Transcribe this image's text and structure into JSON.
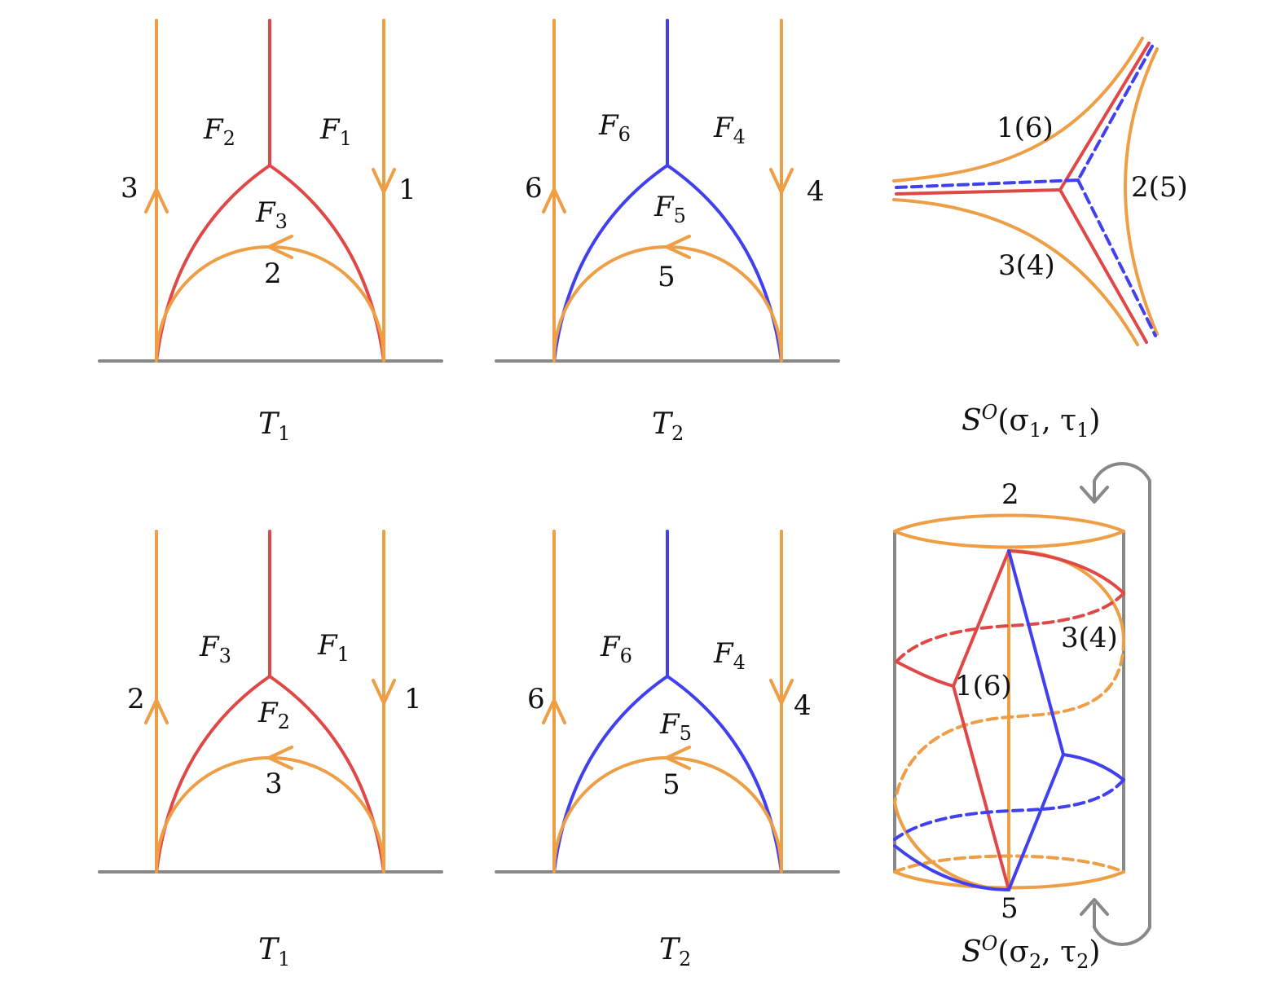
{
  "colors": {
    "orange": "#ee9e45",
    "red": "#e04848",
    "blue": "#4040ee",
    "gray": "#888888"
  },
  "panels": [
    {
      "caption": {
        "base": "T",
        "sub": "1"
      },
      "faces": [
        {
          "base": "F",
          "sub": "2"
        },
        {
          "base": "F",
          "sub": "1"
        },
        {
          "base": "F",
          "sub": "3"
        }
      ],
      "edge_labels": [
        "3",
        "1",
        "2"
      ]
    },
    {
      "caption": {
        "base": "T",
        "sub": "2"
      },
      "faces": [
        {
          "base": "F",
          "sub": "6"
        },
        {
          "base": "F",
          "sub": "4"
        },
        {
          "base": "F",
          "sub": "5"
        }
      ],
      "edge_labels": [
        "6",
        "4",
        "5"
      ]
    },
    {
      "caption": {
        "base": "T",
        "sub": "1"
      },
      "faces": [
        {
          "base": "F",
          "sub": "3"
        },
        {
          "base": "F",
          "sub": "1"
        },
        {
          "base": "F",
          "sub": "2"
        }
      ],
      "edge_labels": [
        "2",
        "1",
        "3"
      ]
    },
    {
      "caption": {
        "base": "T",
        "sub": "2"
      },
      "faces": [
        {
          "base": "F",
          "sub": "6"
        },
        {
          "base": "F",
          "sub": "4"
        },
        {
          "base": "F",
          "sub": "5"
        }
      ],
      "edge_labels": [
        "6",
        "4",
        "5"
      ]
    }
  ],
  "surface_top": {
    "labels": [
      "1(6)",
      "2(5)",
      "3(4)"
    ],
    "caption": {
      "base": "S",
      "sup": "O",
      "args": [
        "(σ",
        "1",
        ", τ",
        "1",
        ")"
      ]
    }
  },
  "surface_bottom": {
    "labels": [
      "2",
      "5",
      "1(6)",
      "3(4)"
    ],
    "caption": {
      "base": "S",
      "sup": "O",
      "args": [
        "(σ",
        "2",
        ", τ",
        "2",
        ")"
      ]
    }
  }
}
